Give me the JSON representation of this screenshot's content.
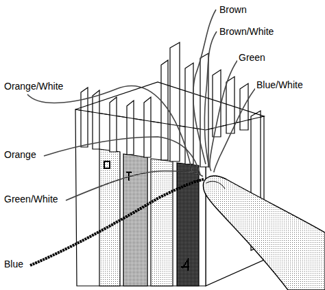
{
  "diagram": {
    "labels": [
      "Brown",
      "Brown/White",
      "Green",
      "Blue/White",
      "Orange/White",
      "Orange",
      "Green/White",
      "Blue"
    ]
  }
}
